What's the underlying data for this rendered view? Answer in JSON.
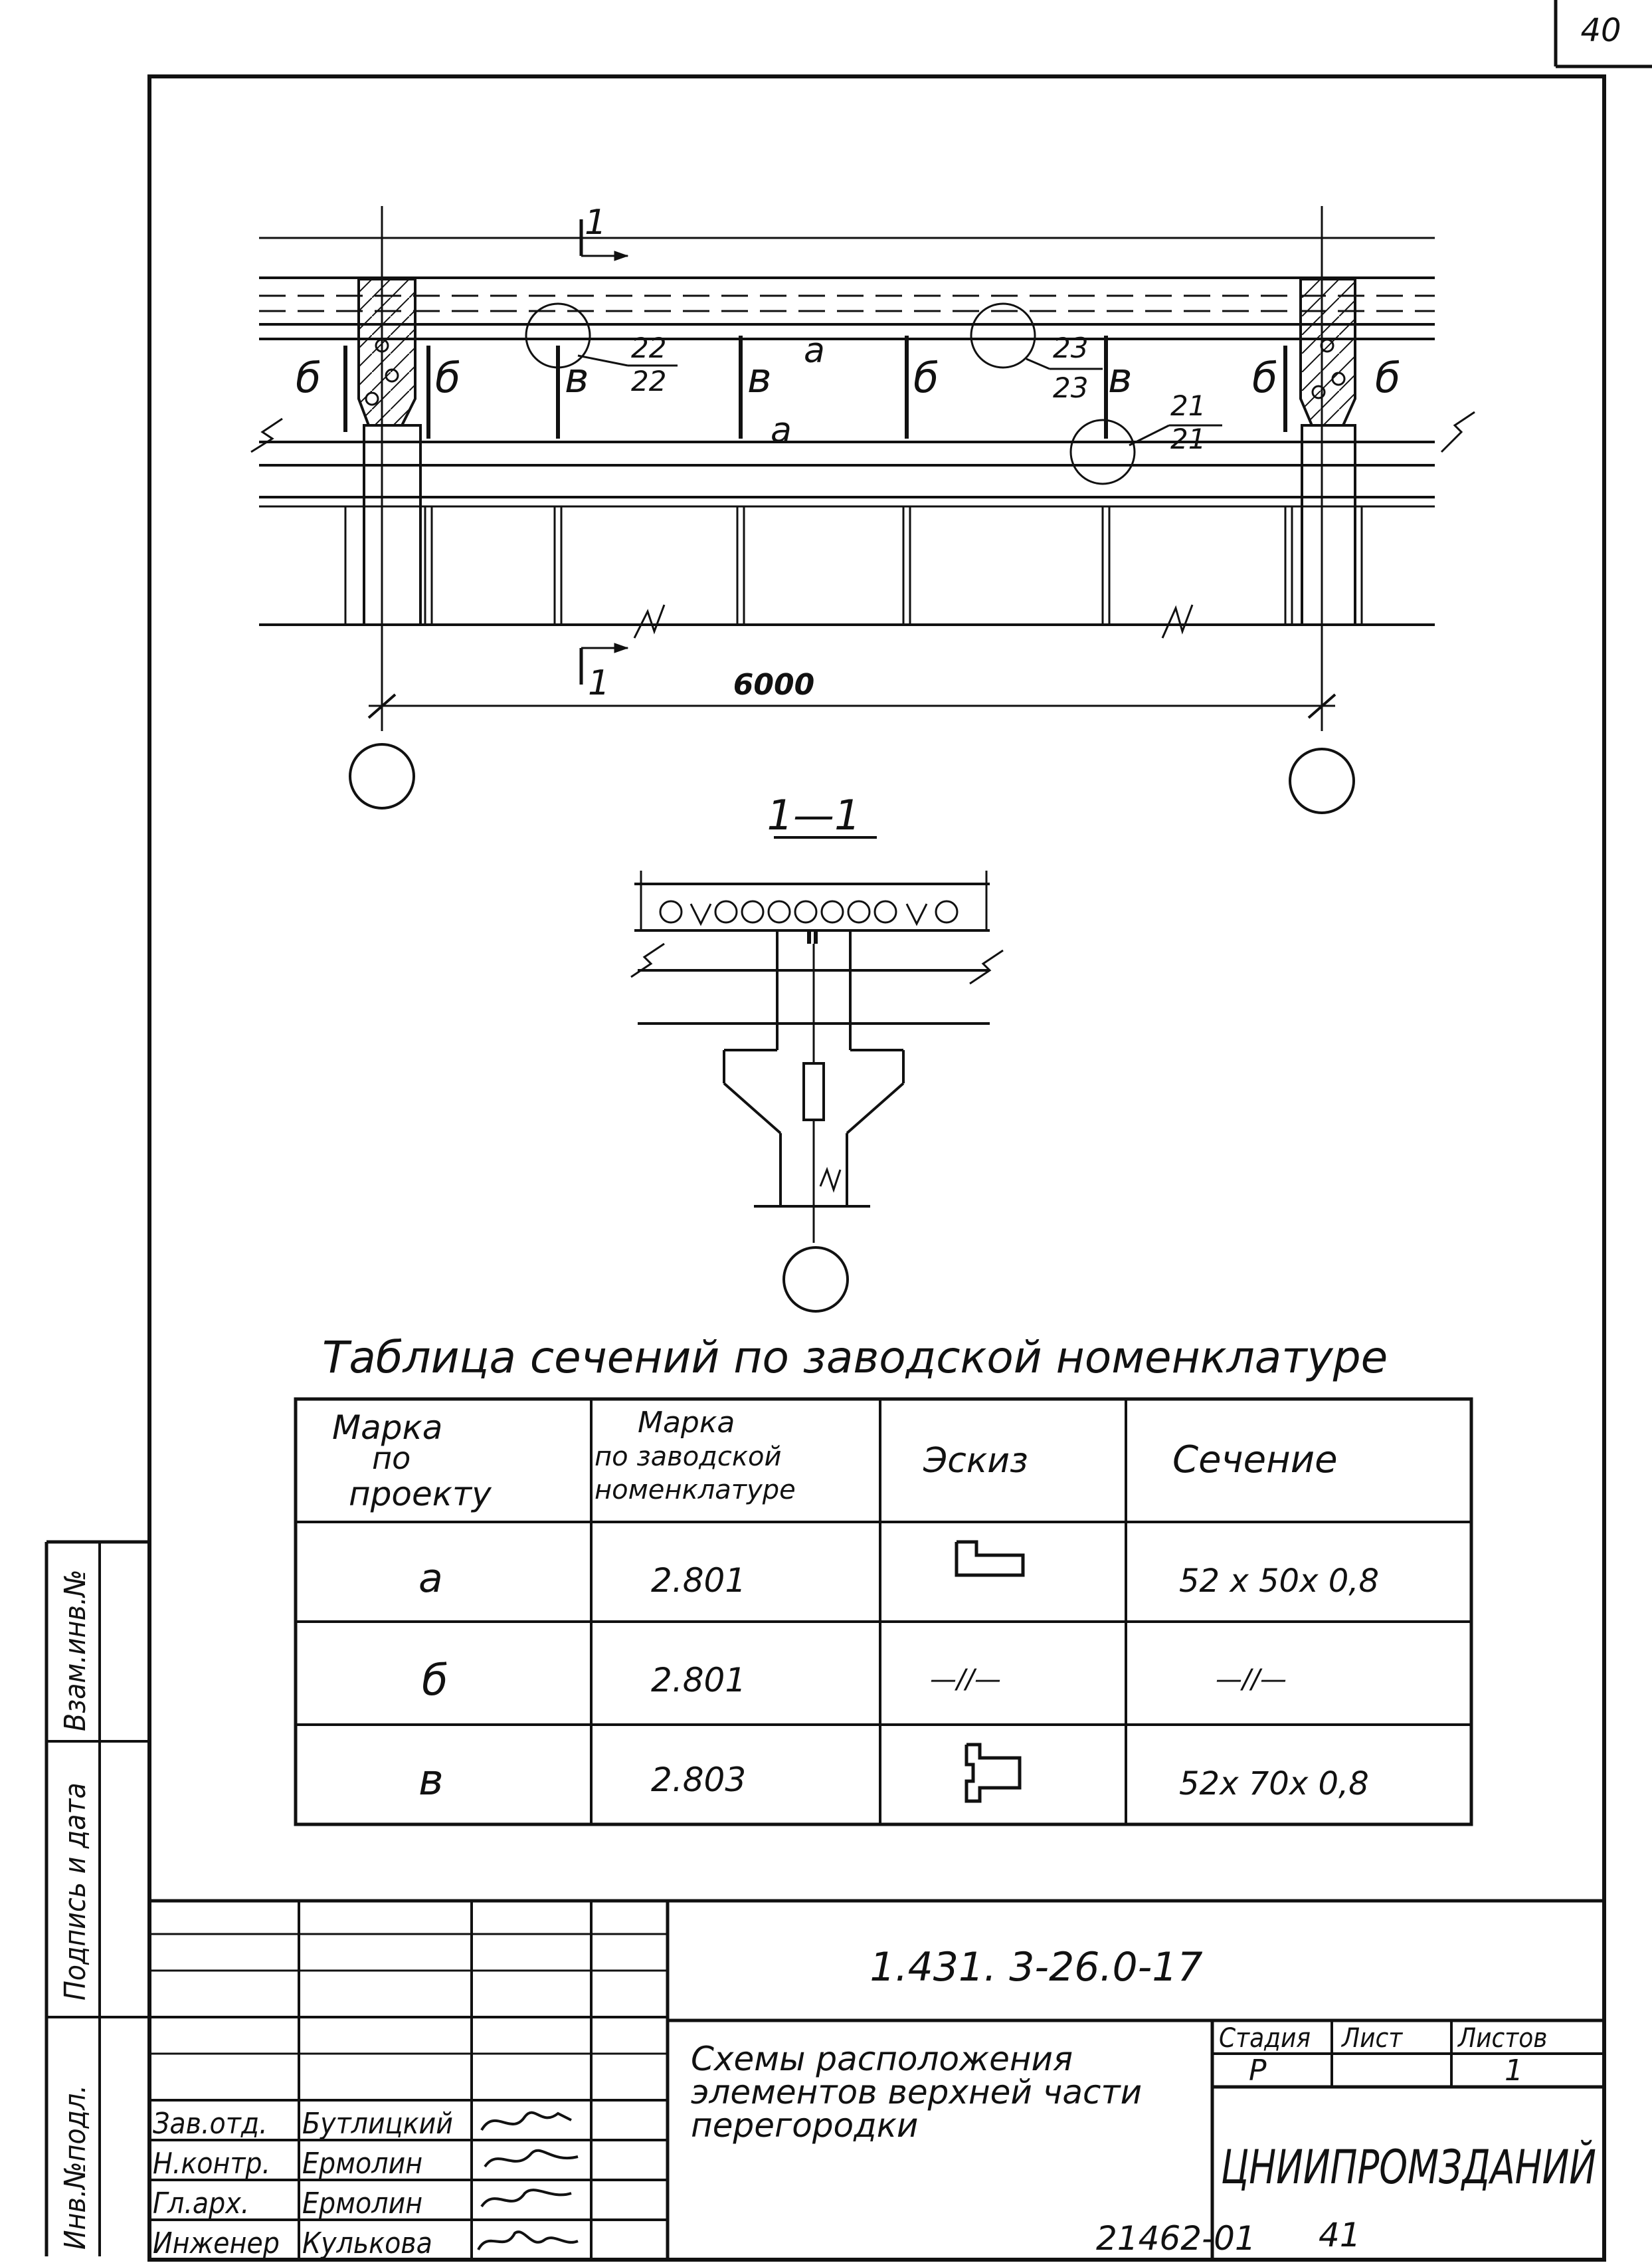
{
  "sheet": {
    "page_number": "40",
    "archive_number": "21462-01",
    "archive_sheet": "41"
  },
  "plan": {
    "section_mark_label": "1",
    "dimension": "6000",
    "letters": {
      "a": "а",
      "b": "б",
      "v": "в"
    },
    "callouts": [
      {
        "top": "22",
        "bottom": "22"
      },
      {
        "top": "23",
        "bottom": "23"
      },
      {
        "top": "21",
        "bottom": "21"
      }
    ]
  },
  "section": {
    "title": "1—1"
  },
  "table": {
    "caption": "Таблица сечений по заводской номенклатуре",
    "headers": {
      "mark_project": [
        "Марка",
        "по",
        "проекту"
      ],
      "mark_factory": [
        "Марка",
        "по заводской",
        "номенклатуре"
      ],
      "sketch": "Эскиз",
      "section": "Сечение"
    },
    "rows": [
      {
        "mark": "а",
        "factory": "2.801",
        "sketch": "angle-icon",
        "section": "52 x 50x 0,8"
      },
      {
        "mark": "б",
        "factory": "2.801",
        "sketch": "—//—",
        "section": "—//—"
      },
      {
        "mark": "в",
        "factory": "2.803",
        "sketch": "tee-icon",
        "section": "52x 70x 0,8"
      }
    ]
  },
  "side_stamp": {
    "inv_no": "Инв.№подл.",
    "signature_date": "Подпись и дата",
    "replace_inv": "Взам.инв.№"
  },
  "title_block": {
    "code": "1.431. 3-26.0-17",
    "title_lines": [
      "Схемы расположения",
      "элементов верхней части",
      "перегородки"
    ],
    "stage_label": "Стадия",
    "sheet_label": "Лист",
    "sheets_label": "Листов",
    "stage_value": "Р",
    "sheets_value": "1",
    "organization": "ЦНИИПРОМЗДАНИЙ",
    "roles": [
      {
        "role": "Зав.отд.",
        "name": "Бутлицкий"
      },
      {
        "role": "Н.контр.",
        "name": "Ермолин"
      },
      {
        "role": "Гл.арх.",
        "name": "Ермолин"
      },
      {
        "role": "Инженер",
        "name": "Кулькова"
      }
    ]
  }
}
